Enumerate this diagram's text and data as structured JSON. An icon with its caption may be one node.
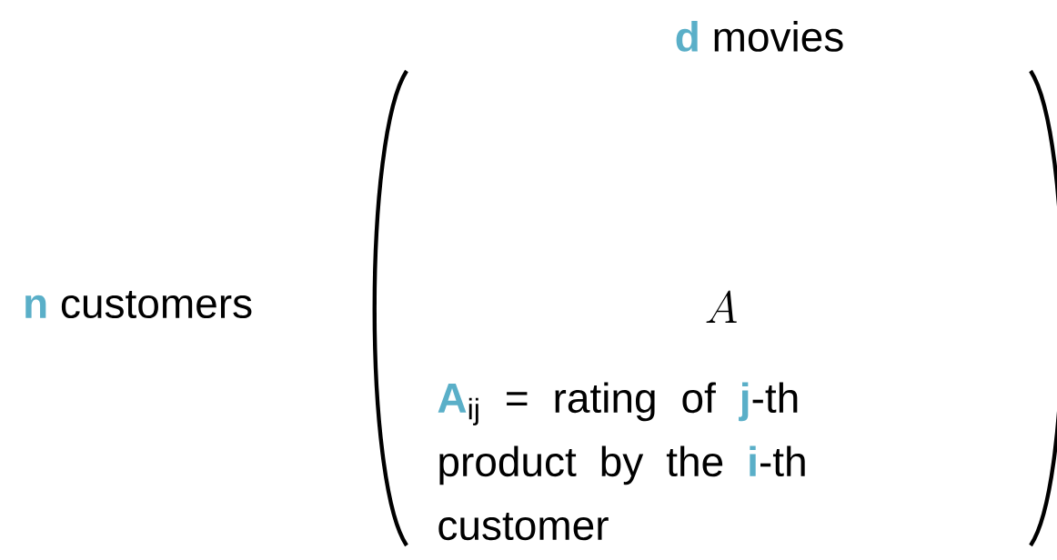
{
  "diagram": {
    "labels": [
      "**d** movies",
      "**n** customers",
      "A",
      "**A**$_{ij}$ = rating of **j**-th product by the **i**-th customer"
    ]
  }
}
